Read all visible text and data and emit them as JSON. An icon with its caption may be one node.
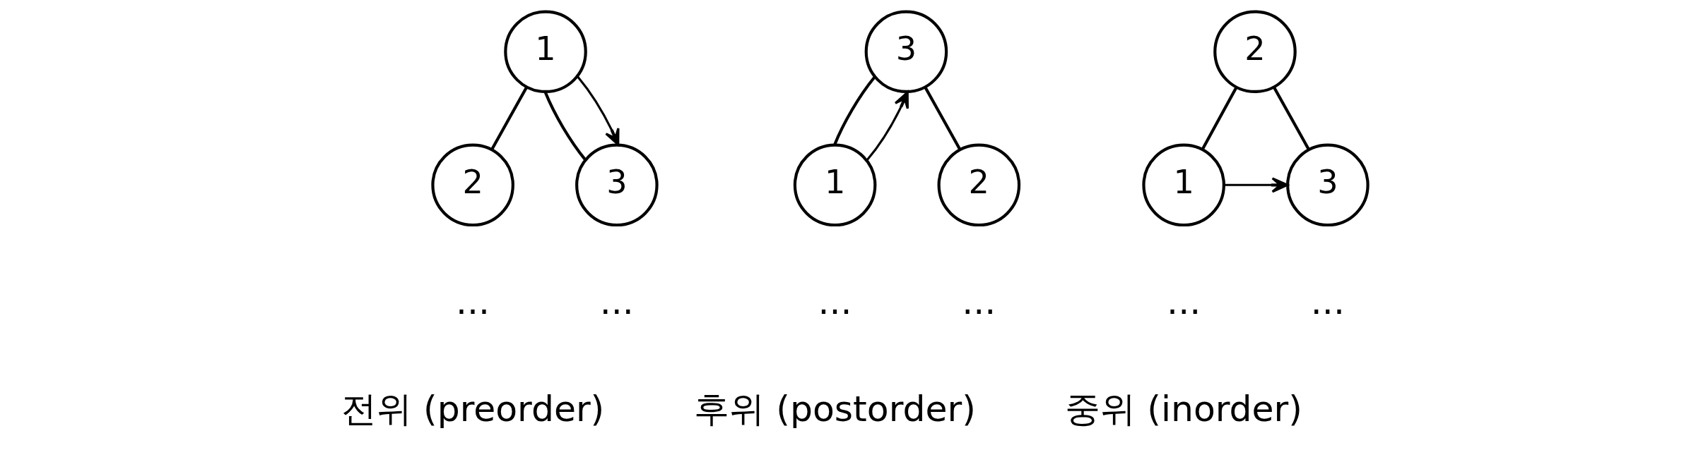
{
  "diagram": {
    "nodes": [
      {
        "text": [
          "1"
        ]
      },
      {
        "text": [
          "2"
        ]
      },
      {
        "text": [
          "3"
        ]
      },
      {
        "text": [
          "3"
        ]
      },
      {
        "text": [
          "1"
        ]
      },
      {
        "text": [
          "2"
        ]
      },
      {
        "text": [
          "2"
        ]
      },
      {
        "text": [
          "1"
        ]
      },
      {
        "text": [
          "3"
        ]
      }
    ],
    "edges": [
      {
        "from": 0,
        "to": 1,
        "arrow": "none"
      },
      {
        "from": 0,
        "to": 2,
        "arrow": "none"
      },
      {
        "from": 0,
        "to": 2,
        "arrow": "to"
      },
      {
        "from": 3,
        "to": 4,
        "arrow": "none"
      },
      {
        "from": 3,
        "to": 5,
        "arrow": "none"
      },
      {
        "from": 4,
        "to": 3,
        "arrow": "to"
      },
      {
        "from": 6,
        "to": 7,
        "arrow": "none"
      },
      {
        "from": 6,
        "to": 8,
        "arrow": "none"
      },
      {
        "from": 7,
        "to": 8,
        "arrow": "to"
      }
    ],
    "labels": [
      "...",
      "...",
      "...",
      "...",
      "...",
      "...",
      "전위 (preorder)",
      "후위 (postorder)",
      "중위 (inorder)"
    ]
  }
}
